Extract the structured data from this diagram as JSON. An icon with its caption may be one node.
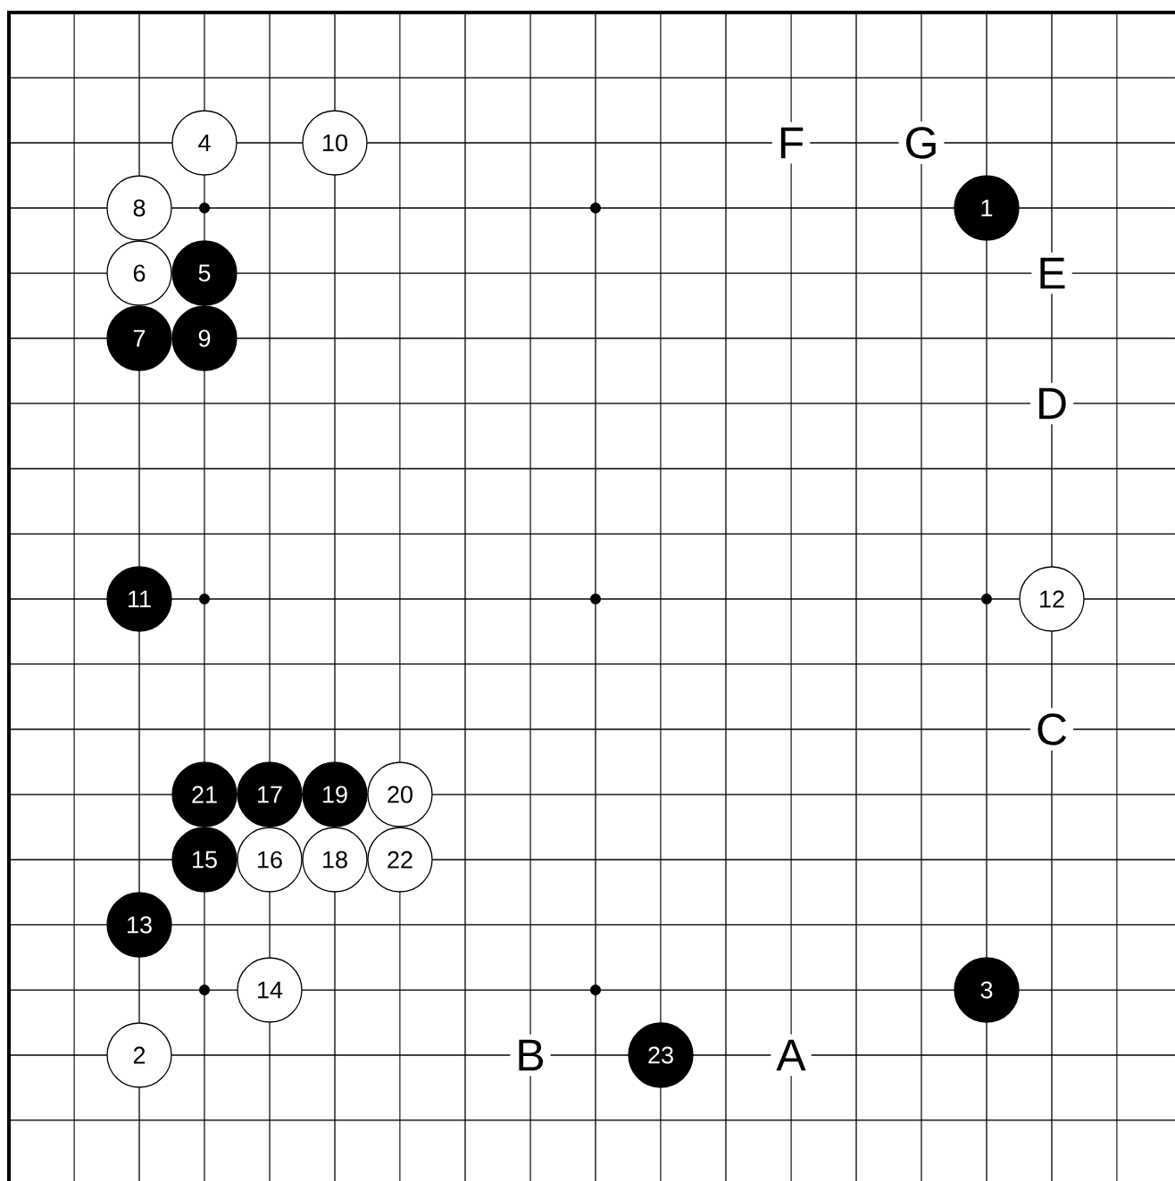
{
  "diagram": {
    "nodes": [
      {
        "text": [
          "4"
        ]
      },
      {
        "text": [
          "10"
        ]
      },
      {
        "text": [
          "1"
        ]
      },
      {
        "text": [
          "8"
        ]
      },
      {
        "text": [
          "6"
        ]
      },
      {
        "text": [
          "5"
        ]
      },
      {
        "text": [
          "7"
        ]
      },
      {
        "text": [
          "9"
        ]
      },
      {
        "text": [
          "11"
        ]
      },
      {
        "text": [
          "12"
        ]
      },
      {
        "text": [
          "21"
        ]
      },
      {
        "text": [
          "17"
        ]
      },
      {
        "text": [
          "19"
        ]
      },
      {
        "text": [
          "20"
        ]
      },
      {
        "text": [
          "15"
        ]
      },
      {
        "text": [
          "16"
        ]
      },
      {
        "text": [
          "18"
        ]
      },
      {
        "text": [
          "22"
        ]
      },
      {
        "text": [
          "13"
        ]
      },
      {
        "text": [
          "14"
        ]
      },
      {
        "text": [
          "3"
        ]
      },
      {
        "text": [
          "2"
        ]
      },
      {
        "text": [
          "23"
        ]
      }
    ],
    "labels": [
      "F",
      "G",
      "E",
      "D",
      "C",
      "B",
      "A"
    ]
  }
}
